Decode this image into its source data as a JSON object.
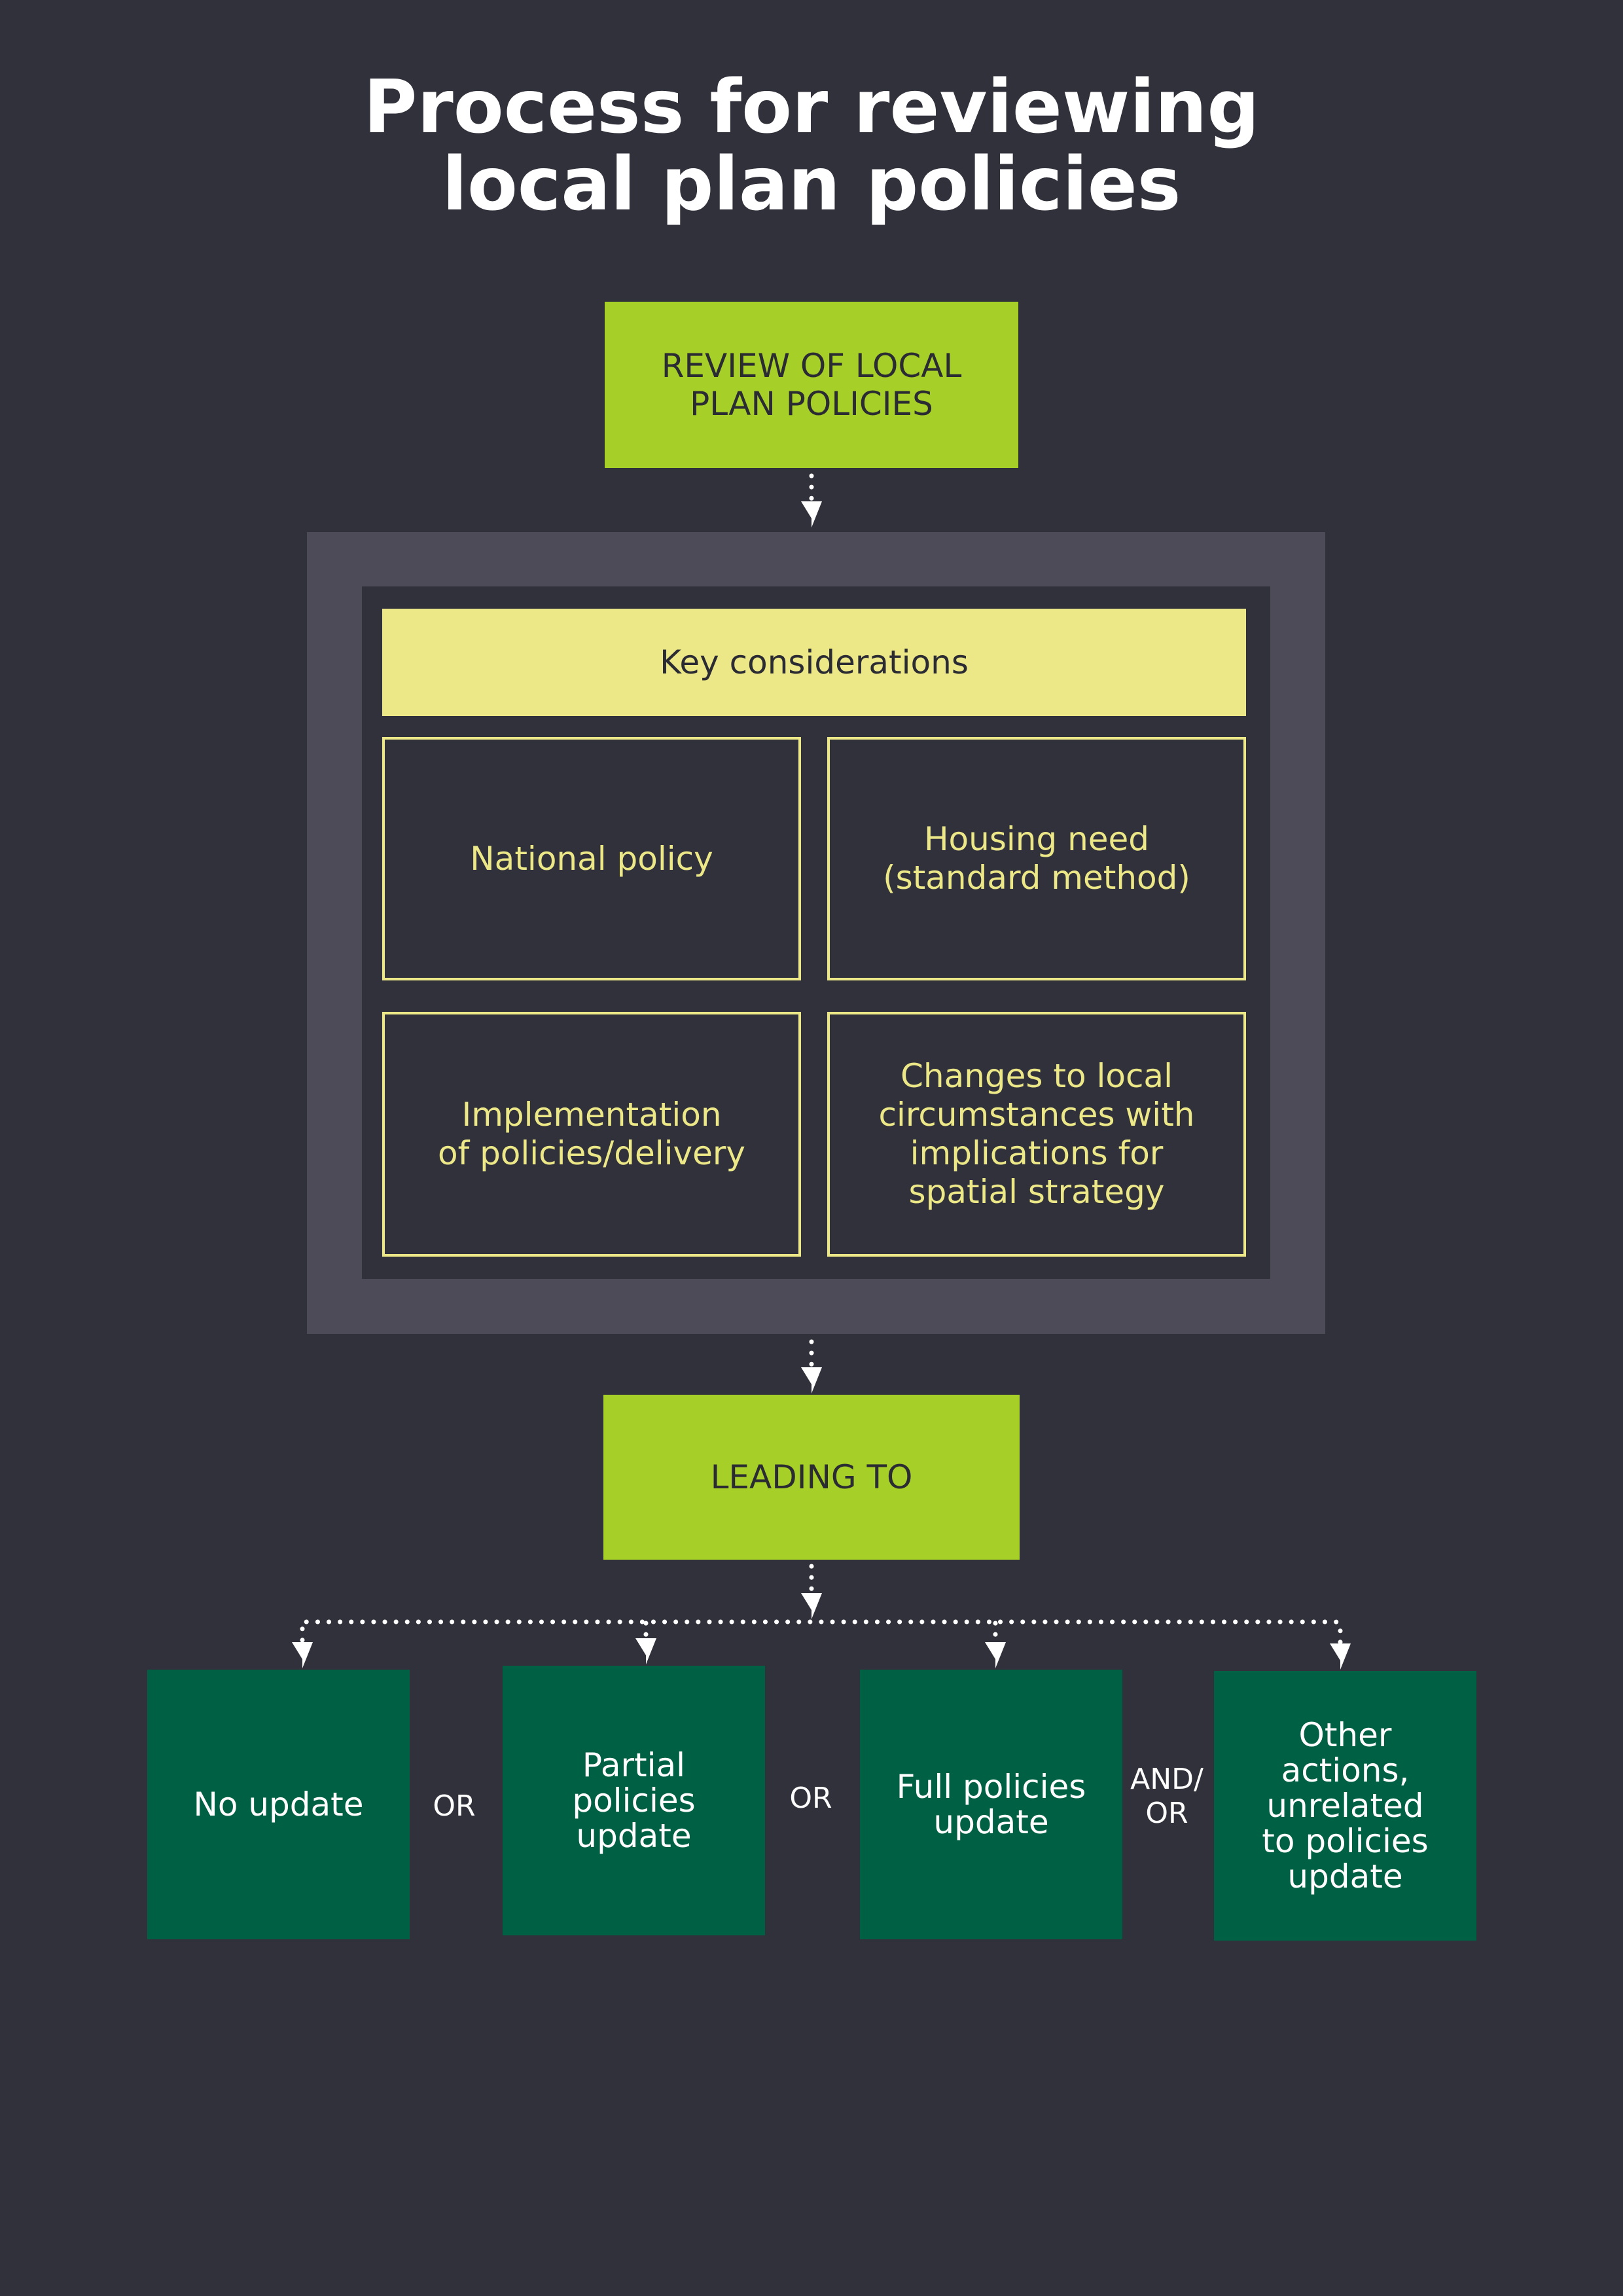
{
  "title": {
    "line1": "Process for reviewing",
    "line2": "local plan policies"
  },
  "review_box": {
    "line1": "REVIEW OF LOCAL",
    "line2": "PLAN POLICIES"
  },
  "key_considerations": {
    "header": "Key considerations",
    "national_policy": "National policy",
    "housing_need": {
      "line1": "Housing need",
      "line2": "(standard method)"
    },
    "implementation": {
      "line1": "Implementation",
      "line2": "of policies/delivery"
    },
    "local_circumstances": {
      "line1": "Changes to local",
      "line2": "circumstances with",
      "line3": "implications for",
      "line4": "spatial strategy"
    }
  },
  "leading_to": "LEADING TO",
  "outcomes": {
    "no_update": "No update",
    "partial": {
      "line1": "Partial",
      "line2": "policies",
      "line3": "update"
    },
    "full": {
      "line1": "Full policies",
      "line2": "update"
    },
    "other": {
      "line1": "Other",
      "line2": "actions,",
      "line3": "unrelated",
      "line4": "to policies",
      "line5": "update"
    }
  },
  "connectors": {
    "or_1": "OR",
    "or_2": "OR",
    "and_or": {
      "line1": "AND/",
      "line2": "OR"
    }
  },
  "colors": {
    "background": "#31313c",
    "lime": "#a6cf28",
    "pale_yellow": "#ece787",
    "frame": "#4d4b58",
    "dark_green": "#006044",
    "white": "#ffffff"
  }
}
